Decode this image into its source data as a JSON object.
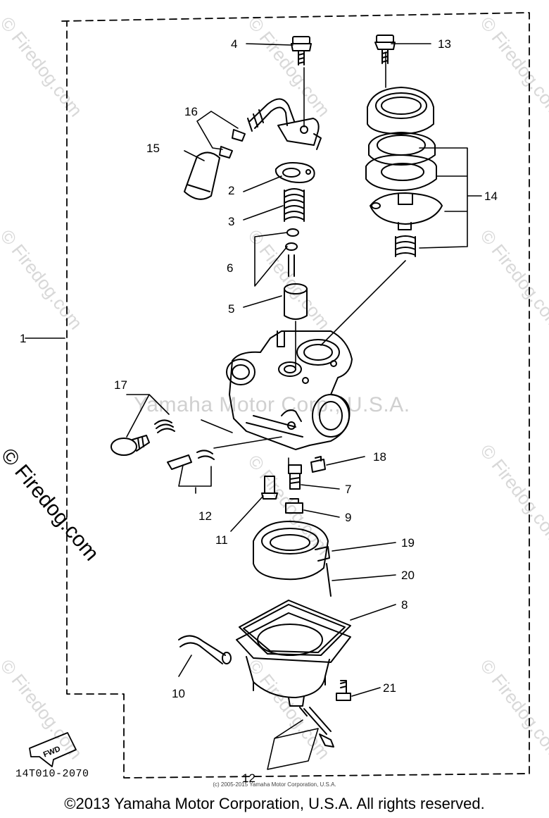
{
  "watermarks": {
    "site": "Firedog.com",
    "copyright_mark": "©",
    "center_text": "Yamaha Motor Corp., U.S.A."
  },
  "callouts": {
    "c1": "1",
    "c2": "2",
    "c3": "3",
    "c4": "4",
    "c5": "5",
    "c6": "6",
    "c7": "7",
    "c8": "8",
    "c9": "9",
    "c10": "10",
    "c11": "11",
    "c12a": "12",
    "c12b": "12",
    "c13": "13",
    "c14": "14",
    "c15": "15",
    "c16": "16",
    "c17": "17",
    "c18": "18",
    "c19": "19",
    "c20": "20",
    "c21": "21"
  },
  "fwd_label": "FWD",
  "diagram_code": "14T010-2070",
  "small_copyright": "(c) 2005-2015 Yamaha Motor Corporation, U.S.A.",
  "footer": "©2013 Yamaha Motor Corporation, U.S.A. All rights reserved."
}
